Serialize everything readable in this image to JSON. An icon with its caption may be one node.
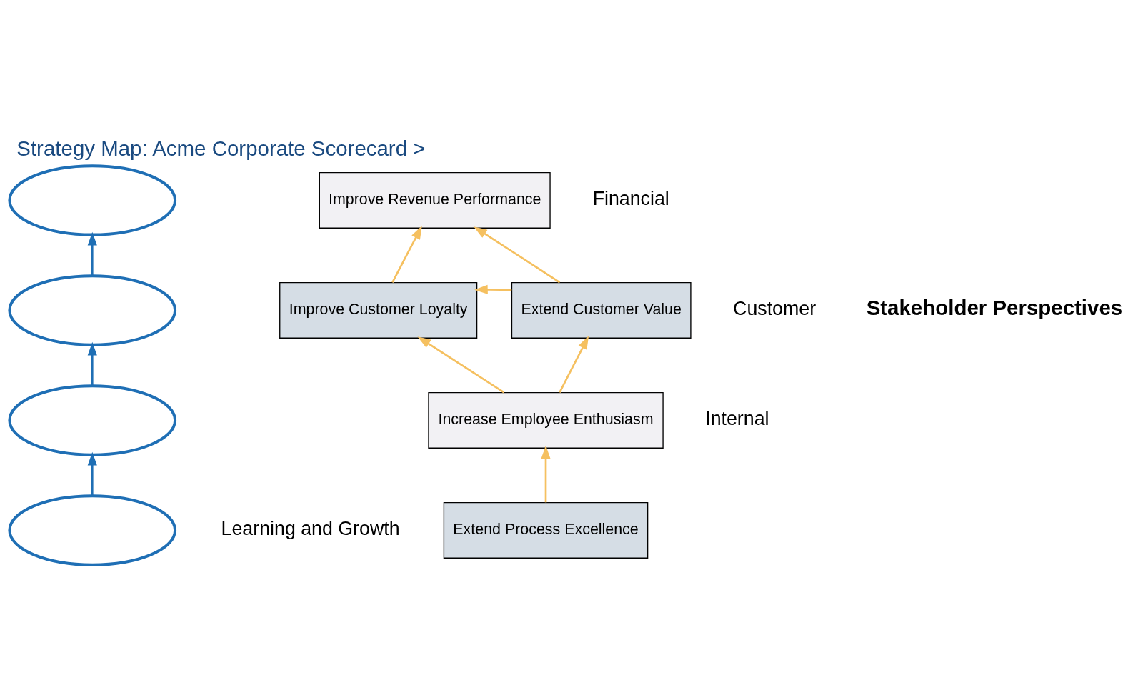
{
  "diagram": {
    "title": "Strategy Map: Acme Corporate Scorecard >",
    "nodes": [
      {
        "text": [],
        "shape": "ellipse"
      },
      {
        "text": [],
        "shape": "ellipse"
      },
      {
        "text": [],
        "shape": "ellipse"
      },
      {
        "text": [],
        "shape": "ellipse"
      },
      {
        "text": [
          "Improve Revenue Performance"
        ]
      },
      {
        "text": [
          "Improve Customer Loyalty"
        ]
      },
      {
        "text": [
          "Extend Customer Value"
        ]
      },
      {
        "text": [
          "Increase Employee Enthusiasm"
        ]
      },
      {
        "text": [
          "Extend Process Excellence"
        ]
      }
    ],
    "edges": [
      {
        "from": 3,
        "to": 2,
        "arrow": "to",
        "color": "#1f6fb5"
      },
      {
        "from": 2,
        "to": 1,
        "arrow": "to",
        "color": "#1f6fb5"
      },
      {
        "from": 1,
        "to": 0,
        "arrow": "to",
        "color": "#1f6fb5"
      },
      {
        "from": 5,
        "to": 4,
        "arrow": "to"
      },
      {
        "from": 6,
        "to": 4,
        "arrow": "to"
      },
      {
        "from": 6,
        "to": 5,
        "arrow": "to"
      },
      {
        "from": 7,
        "to": 5,
        "arrow": "to"
      },
      {
        "from": 7,
        "to": 6,
        "arrow": "to"
      },
      {
        "from": 8,
        "to": 7,
        "arrow": "to"
      }
    ],
    "labels": [
      "Stakeholder Perspectives",
      "Financial",
      "Customer",
      "Internal",
      "Learning and Growth"
    ]
  }
}
